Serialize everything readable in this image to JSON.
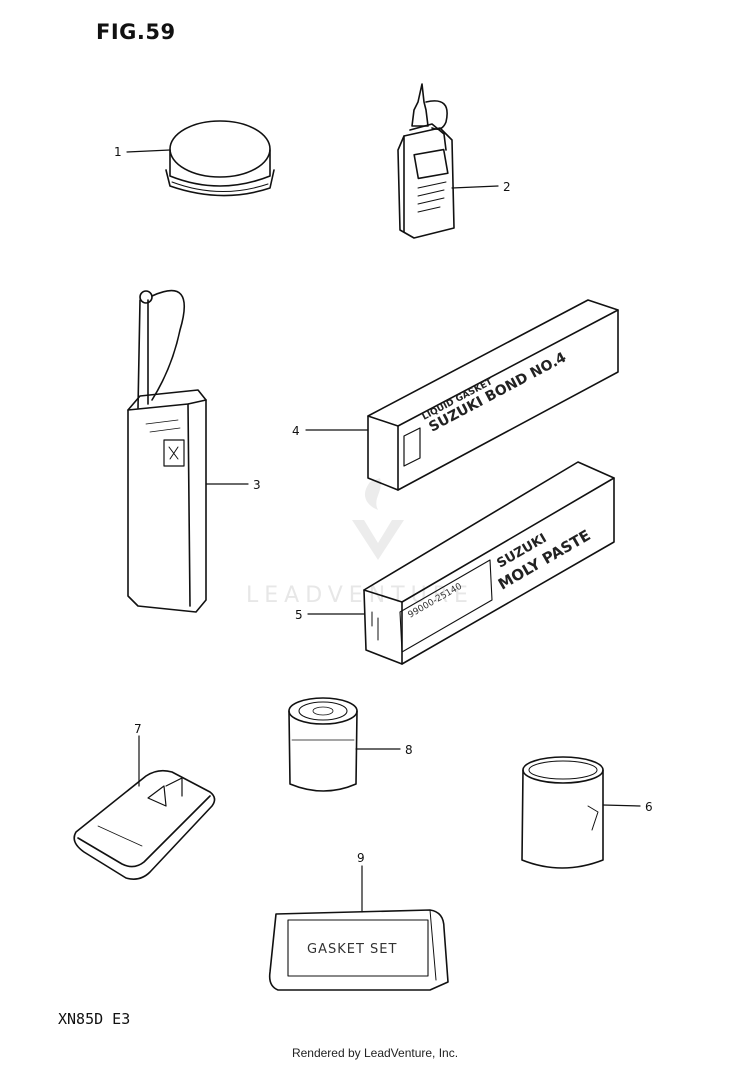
{
  "figure": {
    "title": "FIG.59",
    "model_code": "XN85D  E3",
    "footer": "Rendered by LeadVenture, Inc.",
    "watermark": "LEADVENTURE"
  },
  "callouts": [
    "1",
    "2",
    "3",
    "4",
    "5",
    "6",
    "7",
    "8",
    "9"
  ],
  "item_labels": {
    "bond_liquid_gasket": "LIQUID GASKET",
    "bond_name": "SUZUKI BOND NO.4",
    "moly_suzuki": "SUZUKI",
    "moly_name": "MOLY PASTE",
    "moly_part_no": "99000-25140",
    "gasket_set": "GASKET SET"
  },
  "colors": {
    "line": "#111111",
    "watermark": "#e6e6e6"
  }
}
